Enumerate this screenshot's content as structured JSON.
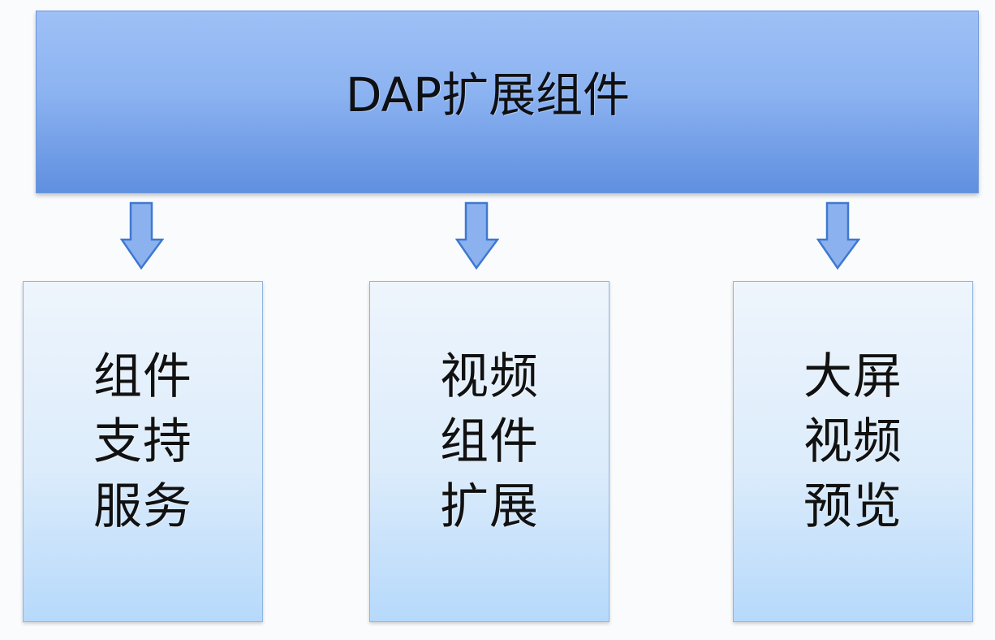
{
  "diagram": {
    "root": {
      "title": "DAP扩展组件"
    },
    "children": [
      {
        "lines": [
          "组件",
          "支持",
          "服务"
        ]
      },
      {
        "lines": [
          "视频",
          "组件",
          "扩展"
        ]
      },
      {
        "lines": [
          "大屏",
          "视频",
          "预览"
        ]
      }
    ]
  },
  "colors": {
    "root_box_top": "#9ec0f6",
    "root_box_bottom": "#5f8fe0",
    "child_box_top": "#eef5fc",
    "child_box_bottom": "#b6d9fb",
    "arrow_fill": "#8bb2ef",
    "arrow_stroke": "#3f78cf",
    "text": "#111111"
  }
}
